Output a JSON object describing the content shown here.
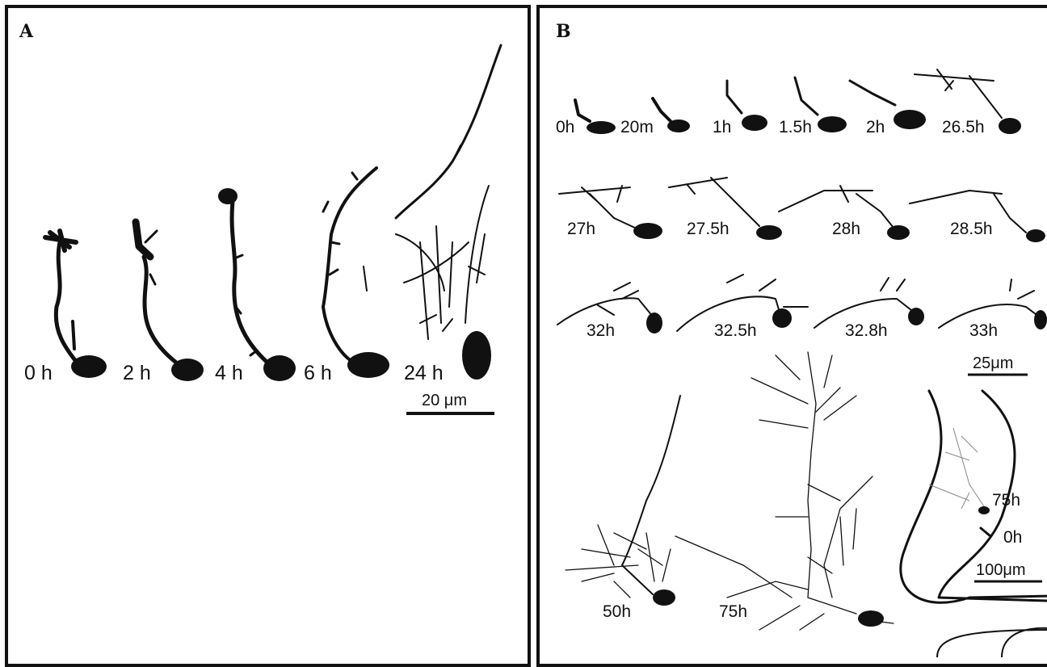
{
  "panel_a": {
    "label": "A",
    "timepoints": [
      "0 h",
      "2 h",
      "4 h",
      "6 h",
      "24 h"
    ],
    "scale_bar": "20 μm"
  },
  "panel_b": {
    "label": "B",
    "row1": [
      "0h",
      "20m",
      "1h",
      "1.5h",
      "2h",
      "26.5h"
    ],
    "row2": [
      "27h",
      "27.5h",
      "28h",
      "28.5h"
    ],
    "row3": [
      "32h",
      "32.5h",
      "32.8h",
      "33h"
    ],
    "scale_bar_small": "25μm",
    "bottom": [
      "50h",
      "75h"
    ],
    "inset_labels": [
      "75h",
      "0h"
    ],
    "scale_bar_large": "100μm"
  }
}
